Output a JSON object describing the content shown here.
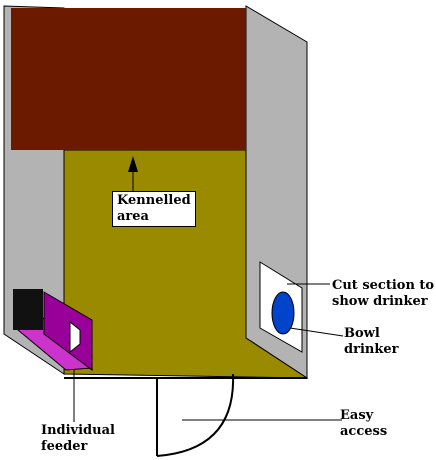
{
  "colors": {
    "kennel_area": "#6b1a00",
    "floor": "#9a8a00",
    "walls": "#b3b3b3",
    "feeder_face": "#990099",
    "feeder_base": "#cc33cc",
    "feeder_block": "#111111",
    "drinker_bowl": "#0044cc",
    "outline": "#000000"
  },
  "icons": {
    "pointer": "arrow-up-icon"
  },
  "labels": {
    "kennelled_area": "Kennelled\narea",
    "cut_section": "Cut section to\nshow drinker",
    "bowl_drinker": "Bowl\ndrinker",
    "individual_feeder": "Individual\nfeeder",
    "easy_access": "Easy\naccess"
  }
}
